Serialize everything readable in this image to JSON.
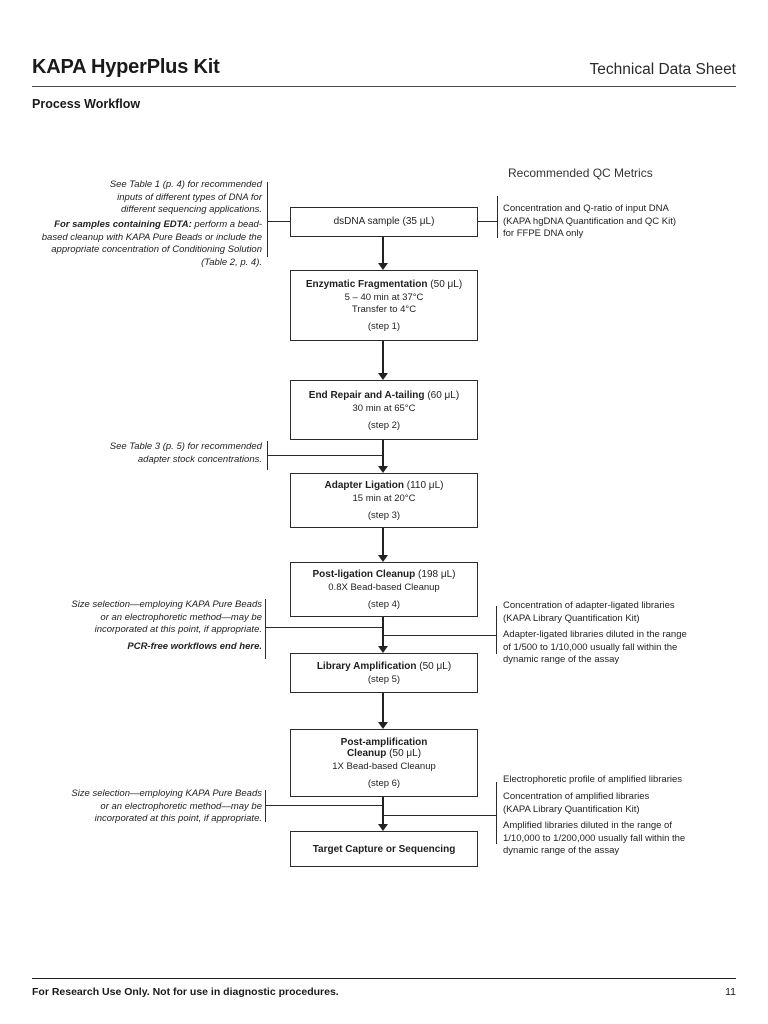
{
  "page": {
    "title": "KAPA HyperPlus Kit",
    "doc_type": "Technical Data Sheet",
    "section_heading": "Process Workflow",
    "footer_text": "For Research Use Only. Not for use in diagnostic procedures.",
    "page_number": "11"
  },
  "colors": {
    "text": "#1f1f1f",
    "line": "#2b2b2b",
    "background": "#ffffff"
  },
  "notes_left": {
    "input_note": "See Table 1 (p. 4) for recommended\ninputs of different types of DNA for\ndifferent sequencing applications.",
    "edta_lead": "For samples containing EDTA:",
    "edta_rest": " perform a bead-based cleanup with KAPA Pure Beads or include the appropriate concentration of Conditioning Solution (Table 2, p. 4).",
    "adapter_note": "See Table 3 (p. 5) for recommended\nadapter stock concentrations.",
    "size_selection_note": "Size selection—employing KAPA Pure Beads\nor an electrophoretic method—may be\nincorporated at this point, if appropriate.",
    "pcr_free_note": "PCR-free workflows end here.",
    "size_selection_note_2": "Size selection—employing KAPA Pure Beads\nor an electrophoretic method—may be\nincorporated at this point, if appropriate."
  },
  "qc": {
    "heading": "Recommended QC Metrics",
    "input_dna": "Concentration and Q-ratio of input DNA\n(KAPA hgDNA Quantification and QC Kit)\nfor FFPE DNA only",
    "adapter_ligated_1": "Concentration of adapter-ligated libraries\n(KAPA Library Quantification Kit)",
    "adapter_ligated_2": "Adapter-ligated libraries diluted in the range\nof 1/500 to 1/10,000 usually fall within the\ndynamic range of the assay",
    "amplified_1": "Electrophoretic profile of amplified libraries",
    "amplified_2": "Concentration of amplified libraries\n(KAPA Library Quantification Kit)",
    "amplified_3": "Amplified libraries diluted in the range of\n1/10,000 to 1/200,000 usually fall within the\ndynamic range of the assay"
  },
  "flow": {
    "boxes": [
      {
        "label": "dsDNA sample (35 μL)"
      },
      {
        "title": "Enzymatic Fragmentation",
        "volume": "(50 μL)",
        "details": "5 – 40 min at 37°C\nTransfer to 4°C",
        "step": "(step 1)"
      },
      {
        "title": "End Repair and A-tailing",
        "volume": "(60 μL)",
        "details": "30 min at 65°C",
        "step": "(step 2)"
      },
      {
        "title": "Adapter Ligation",
        "volume": "(110 μL)",
        "details": "15 min at 20°C",
        "step": "(step 3)"
      },
      {
        "title": "Post-ligation Cleanup",
        "volume": "(198 μL)",
        "details": "0.8X Bead-based Cleanup",
        "step": "(step 4)"
      },
      {
        "title": "Library Amplification",
        "volume": "(50 μL)",
        "step": "(step 5)"
      },
      {
        "title_line1": "Post-amplification",
        "title_line2": "Cleanup",
        "volume": "(50 μL)",
        "details": "1X Bead-based Cleanup",
        "step": "(step 6)"
      },
      {
        "title": "Target Capture or Sequencing"
      }
    ]
  }
}
